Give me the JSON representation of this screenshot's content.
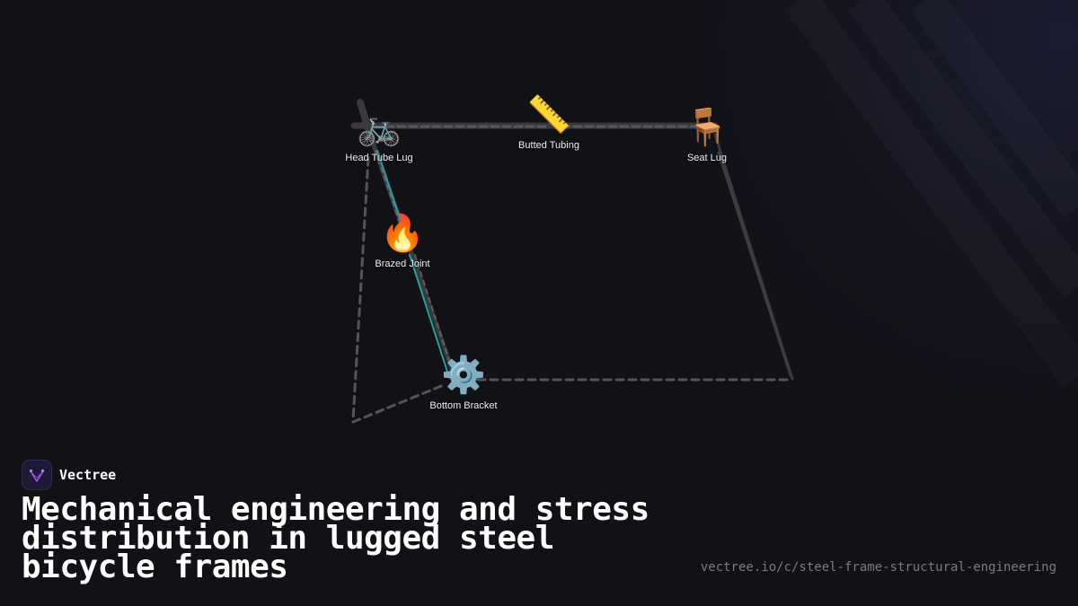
{
  "brand": {
    "name": "Vectree",
    "logo_icon": "vectree-logo-icon",
    "logo_color": "#a455e8"
  },
  "title": "Mechanical engineering and stress distribution in lugged steel bicycle frames",
  "url": "vectree.io/c/steel-frame-structural-engineering",
  "colors": {
    "background": "#111116",
    "frame_line": "#3a3a3e",
    "dashed_edge": "#555558",
    "highlight_edge": "#1fa3a8"
  },
  "nodes": [
    {
      "id": "head_tube_lug",
      "label": "Head Tube Lug",
      "icon": "🚲",
      "icon_name": "bicycle-icon"
    },
    {
      "id": "butted_tubing",
      "label": "Butted Tubing",
      "icon": "📏",
      "icon_name": "ruler-icon"
    },
    {
      "id": "seat_lug",
      "label": "Seat Lug",
      "icon": "🪑",
      "icon_name": "chair-icon"
    },
    {
      "id": "brazed_joint",
      "label": "Brazed Joint",
      "icon": "🔥",
      "icon_name": "fire-icon"
    },
    {
      "id": "bottom_bracket",
      "label": "Bottom Bracket",
      "icon": "⚙️",
      "icon_name": "gear-icon"
    }
  ],
  "edges": [
    {
      "from": "head_tube_lug",
      "to": "butted_tubing",
      "style": "dashed"
    },
    {
      "from": "butted_tubing",
      "to": "seat_lug",
      "style": "dashed"
    },
    {
      "from": "head_tube_lug",
      "to": "brazed_joint",
      "style": "highlight"
    },
    {
      "from": "brazed_joint",
      "to": "bottom_bracket",
      "style": "highlight"
    },
    {
      "from": "seat_lug",
      "to": "bottom_bracket",
      "style": "dashed"
    }
  ]
}
